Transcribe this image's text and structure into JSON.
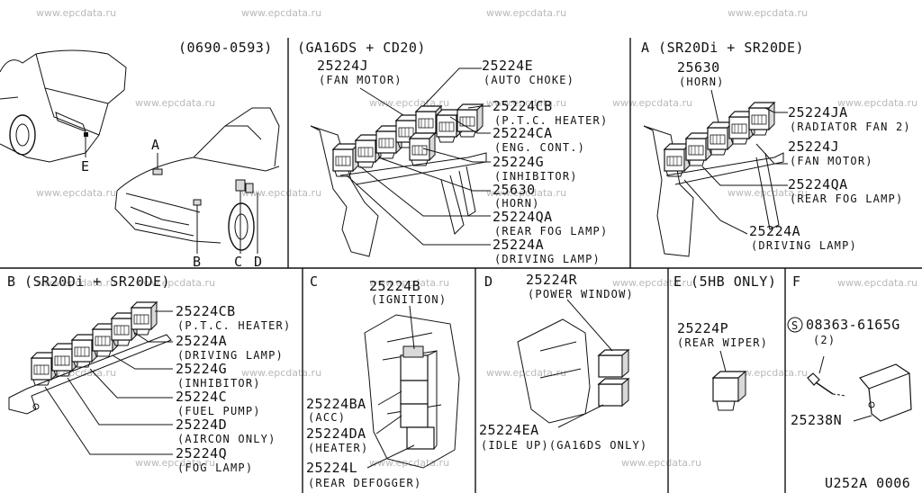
{
  "watermarks": [
    "www.epcdata.ru",
    "www.epcdata.ru",
    "www.epcdata.ru",
    "www.epcdata.ru",
    "www.epcdata.ru",
    "www.epcdata.ru",
    "www.epcdata.ru",
    "www.epcdata.ru",
    "www.epcdata.ru",
    "www.epcdata.ru",
    "www.epcdata.ru",
    "www.epcdata.ru",
    "www.epcdata.ru",
    "www.epcdata.ru",
    "www.epcdata.ru",
    "www.epcdata.ru",
    "www.epcdata.ru",
    "www.epcdata.ru",
    "www.epcdata.ru",
    "www.epcdata.ru",
    "www.epcdata.ru",
    "www.epcdata.ru",
    "www.epcdata.ru",
    "www.epcdata.ru",
    "www.epcdata.ru"
  ],
  "overview": {
    "date_range": "(0690-0593)",
    "loc_a": "A",
    "loc_e": "E",
    "loc_b": "B",
    "loc_c": "C",
    "loc_d": "D"
  },
  "panel_ga16": {
    "title": "(GA16DS + CD20)",
    "labels": [
      {
        "part": "25224J",
        "desc": "(FAN MOTOR)"
      },
      {
        "part": "25224E",
        "desc": "(AUTO CHOKE)"
      },
      {
        "part": "25224CB",
        "desc": "(P.T.C. HEATER)"
      },
      {
        "part": "25224CA",
        "desc": "(ENG. CONT.)"
      },
      {
        "part": "25224G",
        "desc": "(INHIBITOR)"
      },
      {
        "part": "25630",
        "desc": "(HORN)"
      },
      {
        "part": "25224QA",
        "desc": "(REAR FOG LAMP)"
      },
      {
        "part": "25224A",
        "desc": "(DRIVING LAMP)"
      }
    ]
  },
  "panel_a": {
    "title": "A (SR20Di + SR20DE)",
    "labels": [
      {
        "part": "25630",
        "desc": "(HORN)"
      },
      {
        "part": "25224JA",
        "desc": "(RADIATOR FAN 2)"
      },
      {
        "part": "25224J",
        "desc": "(FAN MOTOR)"
      },
      {
        "part": "25224QA",
        "desc": "(REAR FOG LAMP)"
      },
      {
        "part": "25224A",
        "desc": "(DRIVING LAMP)"
      }
    ]
  },
  "panel_b": {
    "title": "B (SR20Di + SR20DE)",
    "labels": [
      {
        "part": "25224CB",
        "desc": "(P.T.C. HEATER)"
      },
      {
        "part": "25224A",
        "desc": "(DRIVING LAMP)"
      },
      {
        "part": "25224G",
        "desc": "(INHIBITOR)"
      },
      {
        "part": "25224C",
        "desc": "(FUEL PUMP)"
      },
      {
        "part": "25224D",
        "desc": "(AIRCON ONLY)"
      },
      {
        "part": "25224Q",
        "desc": "(FOG LAMP)"
      }
    ]
  },
  "panel_c": {
    "title": "C",
    "labels": [
      {
        "part": "25224B",
        "desc": "(IGNITION)"
      },
      {
        "part": "25224BA",
        "desc": "(ACC)"
      },
      {
        "part": "25224DA",
        "desc": "(HEATER)"
      },
      {
        "part": "25224L",
        "desc": "(REAR DEFOGGER)"
      }
    ]
  },
  "panel_d": {
    "title": "D",
    "labels": [
      {
        "part": "25224R",
        "desc": "(POWER WINDOW)"
      },
      {
        "part": "25224EA",
        "desc": "(IDLE UP)(GA16DS ONLY)"
      }
    ]
  },
  "panel_e": {
    "title": "E (5HB ONLY)",
    "part": "25224P",
    "desc": "(REAR WIPER)"
  },
  "panel_f": {
    "title": "F",
    "bolt_symbol": "S",
    "bolt_part": "08363-6165G",
    "bolt_qty": "(2)",
    "bracket_part": "25238N"
  },
  "diagram_code": "U252A 0006"
}
